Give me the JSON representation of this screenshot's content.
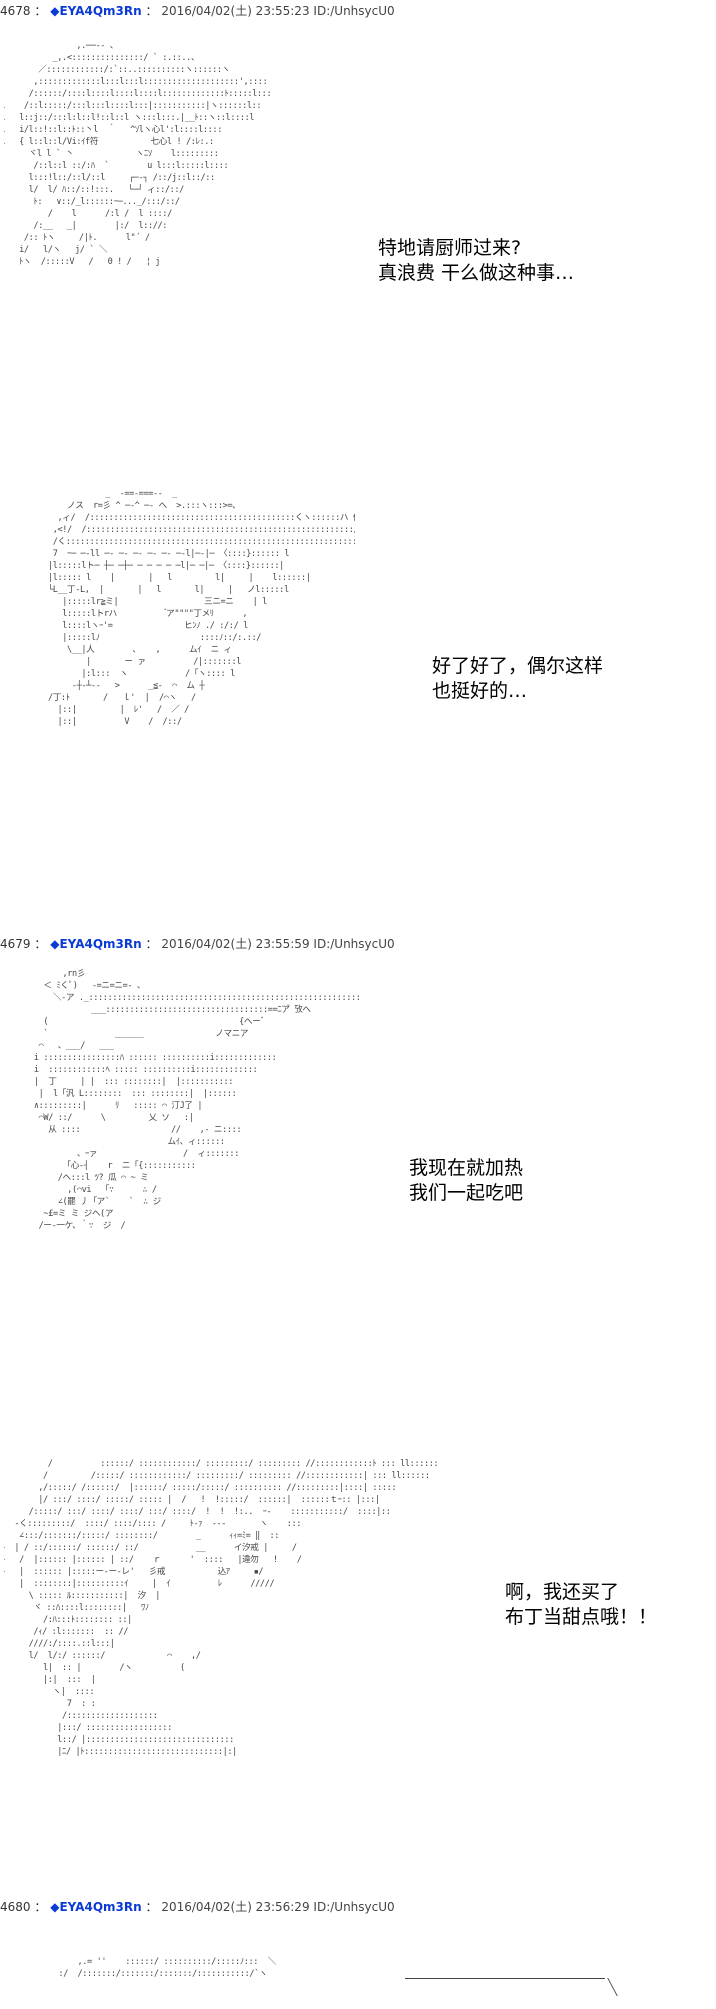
{
  "posts": [
    {
      "number": "4678",
      "name": "EYA4Qm3Rn",
      "date": "2016/04/02(土) 23:55:23",
      "id": "ID:/UnhsycU0",
      "speech": "特地请厨师过来?\n真浪费 干么做这种事…",
      "aa": "                ,.──-- 、\n           _,.<:::::::::::::::/ ` :.::..、\n        ／::::::::::::/:`::..::::::::::ヽ::::::ヽ\n       ,:::::::::::::l:::l:::l::::::::::::::::::::',::::\n      /::::::/::::l::::l::::l::::l:::::::::::::ﾄ:::::l:::\n     /::l:::::/:::l:::l::::l:::|:::::::::::|ヽ::::::l::\n    l::j::/:::l:l::l!::l::l ヽ:::l:::.|__ﾄ::ヽ::l::::l\n    i/l::!::l::ﾄ::丶l  ｀   ^ｿlヽ心l':l::::l::::\n    { l::l::l/Vi:ｲf符           七心l ! /:ﾚ:.:\n      ヾl l ` 丶             ヽﾆｿ    l:::::::::\n       /::l::l ::/:ﾊ  `        u l:::l:::::l::::\n      l:::!l::/::l/::l     ┌─‐┐ /::/j::l::/::\n      l/  l/ ﾊ::/::!:::.   └─┘ ィ::/::/\n       ﾄ:   ∨::/_l::::::ｰ─..._/:::/::/\n          /    l      /:l /  l ::::/  \n       /:__   _|        |:/  l:://:\n     /:: ﾄヽ     /|ﾄ.      l\"´ /   \n    i/   l/ヽ   j/ ` ＼ \n    ﾄヽ  /:::::V   /   0 ! /   ¦ j"
    },
    {
      "number": "",
      "name": "",
      "date": "",
      "id": "",
      "speech": "好了好了，偶尔这样\n也挺好的…",
      "aa": "                     _  -==-===--  _\n             ノス  r=彡 ^ ─‐^ ─‐ へ  >.:::ヽ:::>=、\n           ,ィ/  /:::::::::::::::::::::::::::::::::::::::::::くヽ::::::ハ 佗ハ\n          ,<!/  /::::::::::::::::::::::::::::::::::::::::::::::::::::::::/ ヽ〈| ぃこ!ﾊ\n          /く:::::::::::::::::::::::::::::::::::::::::::::::::::::::::::::::::::::ﾄ<ノ:::\n          7  ｰ─ ─‐ll ─‐ ─‐ ─‐ ─‐ ─‐ ─‐l|─‐|─ 〈::::}:::::: l\n         |l:::::lト─ ┼─ ─┼─ ─ ─ ─ ─ ─l|─ ─|─ 〈::::}::::::|\n         |l::::: l    |       |   l         l|     |    l::::::|\n         └L__丁‐L,  |       |   l       l|     |   ノl:::::l\n            |:::::lr≧ミ|                  三ニ=ニ    | l\n            l:::::lトrハ           ゙ア\"\"\"\"丁メﾘ      ,\n            l::::lヽｰ'=               ヒﾝﾉ ./ :/:/ l\n            |:::::lﾉ                     ::::ﾉ::/:.::/\n             \\__|人        ､    ,      ムｲ  ニ ィ\n                 |       ー ァ          /|:::::::l\n                |:l:::  ヽ            /「ヽ:::: l\n              -┼‐┴--   >      _≦-  ⌒  ム ┼\n         /丁:ﾄ       /   ｌ'  |  /⌒ヽ   /\n           |::|         |  ﾚ'   /  ／ /\n           |::|          V    /  /::/"
    },
    {
      "number": "4679",
      "name": "EYA4Qm3Rn",
      "date": "2016/04/02(土) 23:55:59",
      "id": "ID:/UnhsycU0",
      "speech": "我现在就加热\n我们一起吃吧",
      "aa": "           ,rn彡\n       ＜ ﾐくﾟ)   -=ニ=ニ=- 、\n         ＼-ア ._::::::::::::::::::::::::::::::::::::::::::::::::::::::::::::＼\n                 ___::::::::::::::::::::::::::::::::::==ﾆア゙ 攷へ\n       (                                        {ヘーﾞ\n       `              ______               ノマニア\n      ⌒   、___/   ___\n     i ::::::::::::::::ﾊ :::::: ::::::::::i:::::::::::::\n     i  ::::::::::::ﾍ ::::: ::::::::::i:::::::::::::\n     |  丁     | |  ::: ::::::::|  |:::::::::::\n      |  l「汎 L::::::::  ::: ::::::::|  |::::::\n     ∧:::::::::|      ﾘ   ::::: ⌒ 汀J了 |\n      ⌒W/ ::/      \\         乂 ソ   :|\n        从 ::::                   //    ,‐ ニ::::\n                                 ムｲ、ィ::::::\n              、ｰァ                  /  ィ:::::::\n           「心‐┤    r  ニ「{:::::::::::\n          /ヘ:::l ﾂ? 瓜 ⌒ ~ ミ\n            ,(⌒vi  「∵      ∴ /\n          ∠(罷 丿「ア`    `  ∴ ジ\n       ~£=ミ ミ ジヘ(ア\n      /ー‐一ケ、｀∵  ジ  /"
    },
    {
      "number": "",
      "name": "",
      "date": "",
      "id": "",
      "speech": "啊，我还买了\n布丁当甜点哦！！",
      "aa": "          /          ::::::/ ::::::::::::/ :::::::::/ ::::::::: //::::::::::::ﾄ ::: ll::::::\n         /         /:::::/ ::::::::::::/ :::::::::/ ::::::::: //::::::::::::| ::: ll::::::\n        ,/:::::/ /::::::/  |::::::/ :::::/:::::/ :::::::::: //:::::::::|::::| :::::\n        |/ :::/ ::::/ :::::/ ::::: |  /   !  !:::::/  ::::::|  ::::::ｔｰ:: |:::|\n      /:::::/ :::/ ::::/ ::::/ :::/ ::::/  !  !  !:..  ｰ-    :::::::::::/  ::::|::\n   -く:::::::::/  ::::/ ::::/:::: /     ﾄ-ｧ  ---       ヽ    :::\n    ∠:::/:::::::/:::::/ ::::::::/        _      ｨｨ=ﾐ= ‖  ::\n   | / ::/::::::/ ::::::/ ::/            __      イ汐戒 |     /\n    /  |:::::: |:::::: | ::/    ｒ      '  ::::   |違勿   !    /\n    |  :::::: |:::::ー‐ー-レ'   彡戒           込ｱ     ▪/ \n    |  ::::::::|::::::::::ｲ     |  ｲ          ﾚ      /////\n      \\ ::::: ﾙ:::::::::::|  汐  |\n       ヾ ::ﾊ::::l::::::::|   ﾜﾉ\n         /:ﾊ:::ﾄ:::::::: ::|\n       /ｨ/ :l:::::::  :: //\n      ////:/::::.::l:::|\n      l/  l/:/ ::::::/             ⌒    ,/\n         l|  :: |        /ヽ          (\n         |:|  :::  |\n           ヽ|  ::::\n              7  : :\n             /:::::::::::::::::::\n            |:::/ ::::::::::::::::::\n            l::/ |:::::::::::::::::::::::::::::::\n            |ﾆ/ |ﾄ:::::::::::::::::::::::::::::|:|"
    },
    {
      "number": "4680",
      "name": "EYA4Qm3Rn",
      "date": "2016/04/02(土) 23:56:29",
      "id": "ID:/UnhsycU0",
      "speech": "",
      "aa": "           ,.= ''    ::::::/ ::::::::::/:::::ﾉ:::  ＼\n       :/  /:::::::/:::::::/:::::::/:::::::::::/`ヽ"
    }
  ]
}
